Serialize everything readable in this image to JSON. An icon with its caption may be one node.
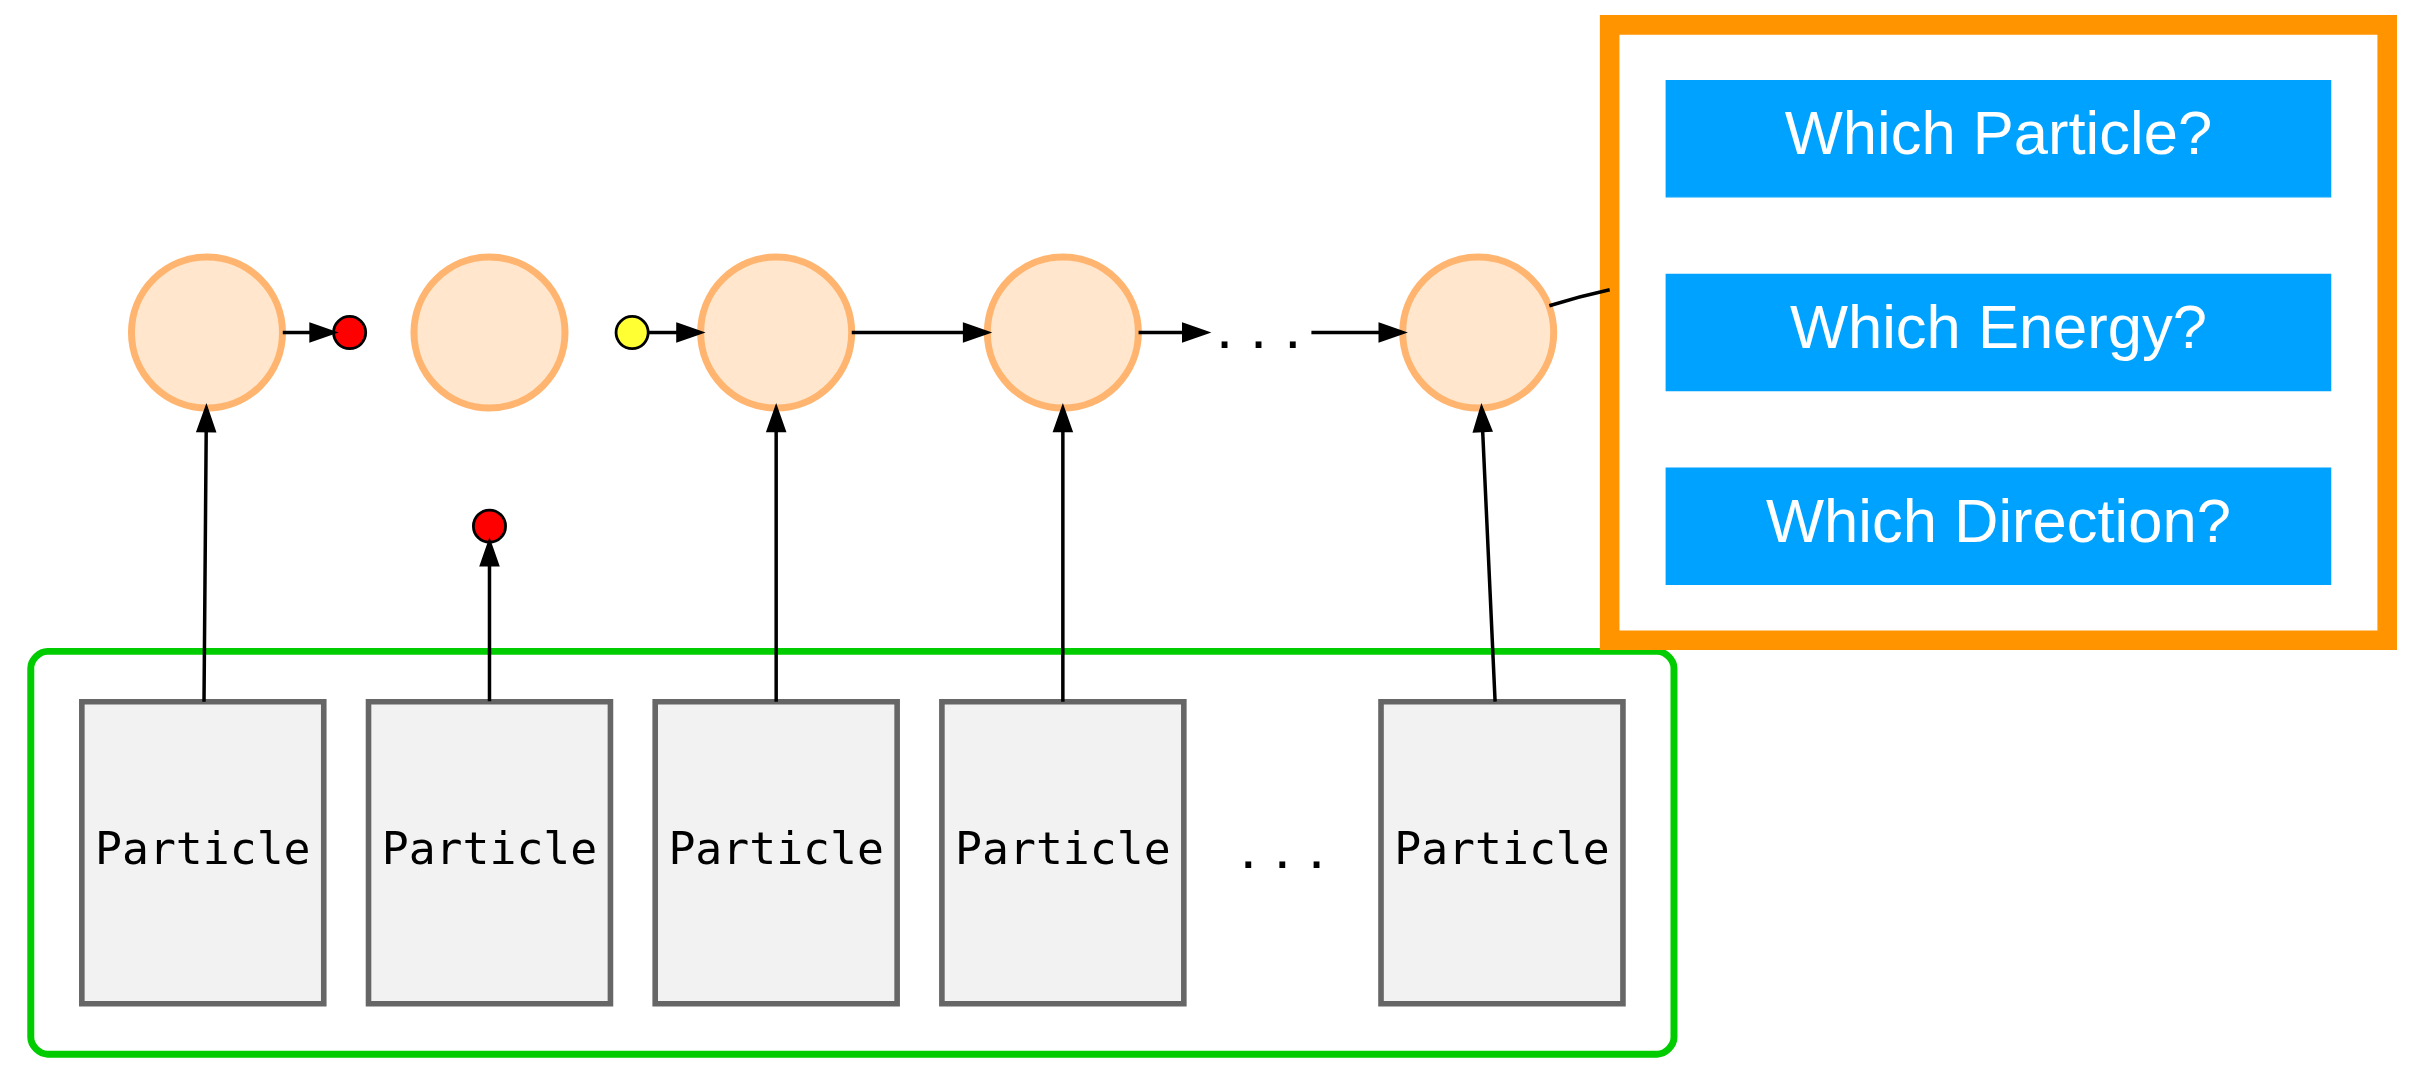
{
  "diagram": {
    "nodes": [
      {
        "text": [],
        "shape": "box"
      },
      {
        "text": [
          "Which Particle?"
        ],
        "in": 0
      },
      {
        "text": [
          "Which Energy?"
        ],
        "in": 0
      },
      {
        "text": [
          "Which Direction?"
        ],
        "in": 0
      },
      {
        "text": [],
        "shape": "circle"
      },
      {
        "text": [],
        "shape": "circle"
      },
      {
        "text": [],
        "shape": "circle"
      },
      {
        "text": [],
        "shape": "circle"
      },
      {
        "text": [],
        "shape": "circle"
      },
      {
        "text": [],
        "shape": "circle"
      },
      {
        "text": [
          ". . ."
        ]
      },
      {
        "text": [],
        "shape": "circle"
      },
      {
        "text": [],
        "shape": "circle"
      },
      {
        "text": [],
        "shape": "box"
      },
      {
        "text": [
          "Particle"
        ],
        "in": 13
      },
      {
        "text": [
          "Particle"
        ],
        "in": 13
      },
      {
        "text": [
          "Particle"
        ],
        "in": 13
      },
      {
        "text": [
          "Particle"
        ],
        "in": 13
      },
      {
        "text": [
          "Particle"
        ],
        "in": 13
      }
    ],
    "edges": [
      {
        "from": 4,
        "to": 5,
        "arrow": "to"
      },
      {
        "from": 7,
        "to": 8,
        "arrow": "to"
      },
      {
        "from": 8,
        "to": 9,
        "arrow": "to"
      },
      {
        "from": 9,
        "to": 10,
        "arrow": "to"
      },
      {
        "from": 10,
        "to": 11,
        "arrow": "to"
      },
      {
        "from": 11,
        "to": 0,
        "arrow": "none"
      },
      {
        "from": 14,
        "to": 4,
        "arrow": "to"
      },
      {
        "from": 15,
        "to": 12,
        "arrow": "to"
      },
      {
        "from": 16,
        "to": 8,
        "arrow": "to"
      },
      {
        "from": 17,
        "to": 9,
        "arrow": "to"
      },
      {
        "from": 18,
        "to": 11,
        "arrow": "to"
      }
    ],
    "labels": [
      ". . ."
    ]
  }
}
